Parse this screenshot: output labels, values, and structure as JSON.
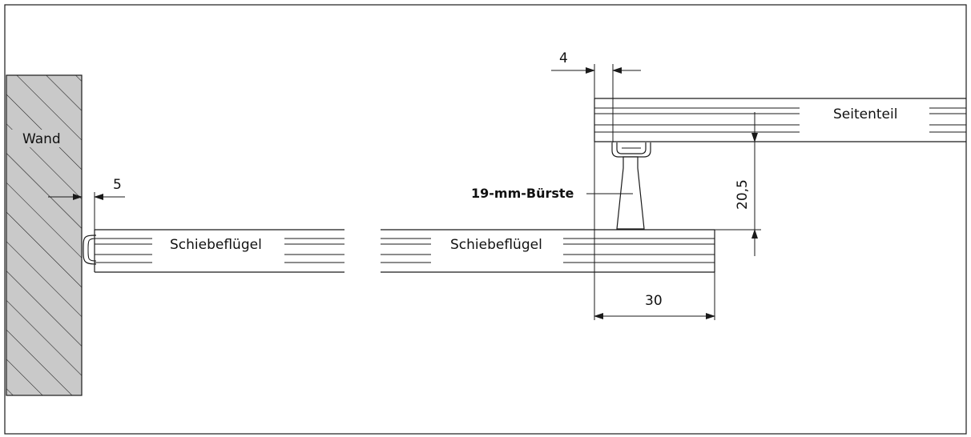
{
  "labels": {
    "wall": "Wand",
    "sliding_panel_left": "Schiebeflügel",
    "sliding_panel_right": "Schiebeflügel",
    "side_panel": "Seitenteil",
    "brush": "19-mm-Bürste"
  },
  "dimensions": {
    "wall_gap": "5",
    "top_offset": "4",
    "height": "20,5",
    "width": "30"
  },
  "colors": {
    "line": "#1a1a1a",
    "wall_fill": "#c9c9c9"
  }
}
